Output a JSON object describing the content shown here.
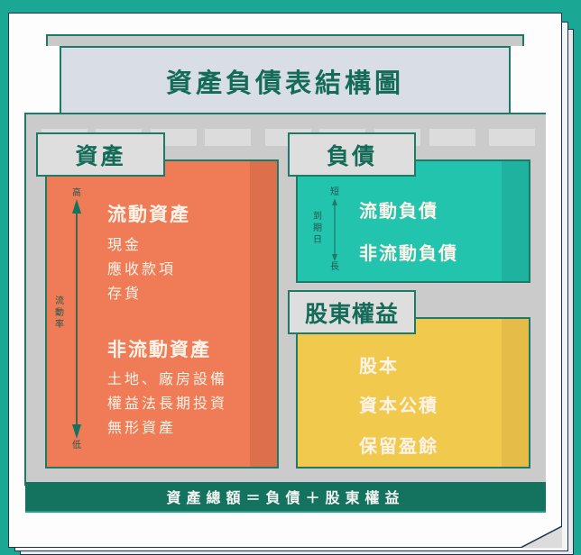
{
  "title": "資產負債表結構圖",
  "colors": {
    "background": "#1aa894",
    "accent_dark_green": "#146b58",
    "assets": "#ef7c57",
    "liabilities": "#22c4ae",
    "equity": "#f1c94d",
    "building_gray": "#cbcbcb",
    "formula_bar": "#14735f"
  },
  "assets": {
    "label": "資產",
    "axis": {
      "top": "高",
      "middle": [
        "流",
        "動",
        "率"
      ],
      "bottom": "低"
    },
    "current": {
      "heading": "流動資產",
      "items": [
        "現金",
        "應收款項",
        "存貨"
      ]
    },
    "non_current": {
      "heading": "非流動資產",
      "items": [
        "土地、廠房設備",
        "權益法長期投資",
        "無形資產"
      ]
    }
  },
  "liabilities": {
    "label": "負債",
    "axis": {
      "top": "短",
      "middle": [
        "到",
        "期",
        "日"
      ],
      "bottom": "長"
    },
    "items": [
      "流動負債",
      "非流動負債"
    ]
  },
  "equity": {
    "label": "股東權益",
    "items": [
      "股本",
      "資本公積",
      "保留盈餘"
    ]
  },
  "formula": "資產總額＝負債＋股東權益"
}
